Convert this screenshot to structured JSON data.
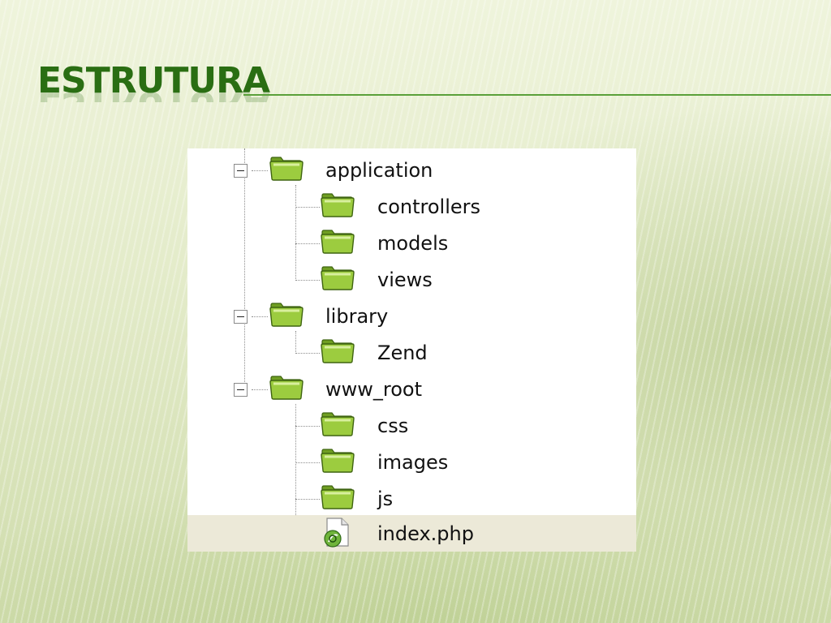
{
  "slide": {
    "title": "ESTRUTURA"
  },
  "tree": {
    "items": [
      {
        "label": "application",
        "type": "folder",
        "level": 0,
        "expanded": true
      },
      {
        "label": "controllers",
        "type": "folder",
        "level": 1
      },
      {
        "label": "models",
        "type": "folder",
        "level": 1
      },
      {
        "label": "views",
        "type": "folder",
        "level": 1
      },
      {
        "label": "library",
        "type": "folder",
        "level": 0,
        "expanded": true
      },
      {
        "label": "Zend",
        "type": "folder",
        "level": 1
      },
      {
        "label": "www_root",
        "type": "folder",
        "level": 0,
        "expanded": true
      },
      {
        "label": "css",
        "type": "folder",
        "level": 1
      },
      {
        "label": "images",
        "type": "folder",
        "level": 1
      },
      {
        "label": "js",
        "type": "folder",
        "level": 1
      },
      {
        "label": "index.php",
        "type": "php-file",
        "level": 1,
        "selected": true
      }
    ]
  },
  "icons": {
    "folder": "folder-icon",
    "file": "php-file-icon",
    "collapse": "collapse-minus-icon"
  },
  "colors": {
    "title": "#2a6e13",
    "accent_line": "#5aa03a",
    "selected_row": "#ece9d8",
    "folder": "#9ccc3f"
  }
}
